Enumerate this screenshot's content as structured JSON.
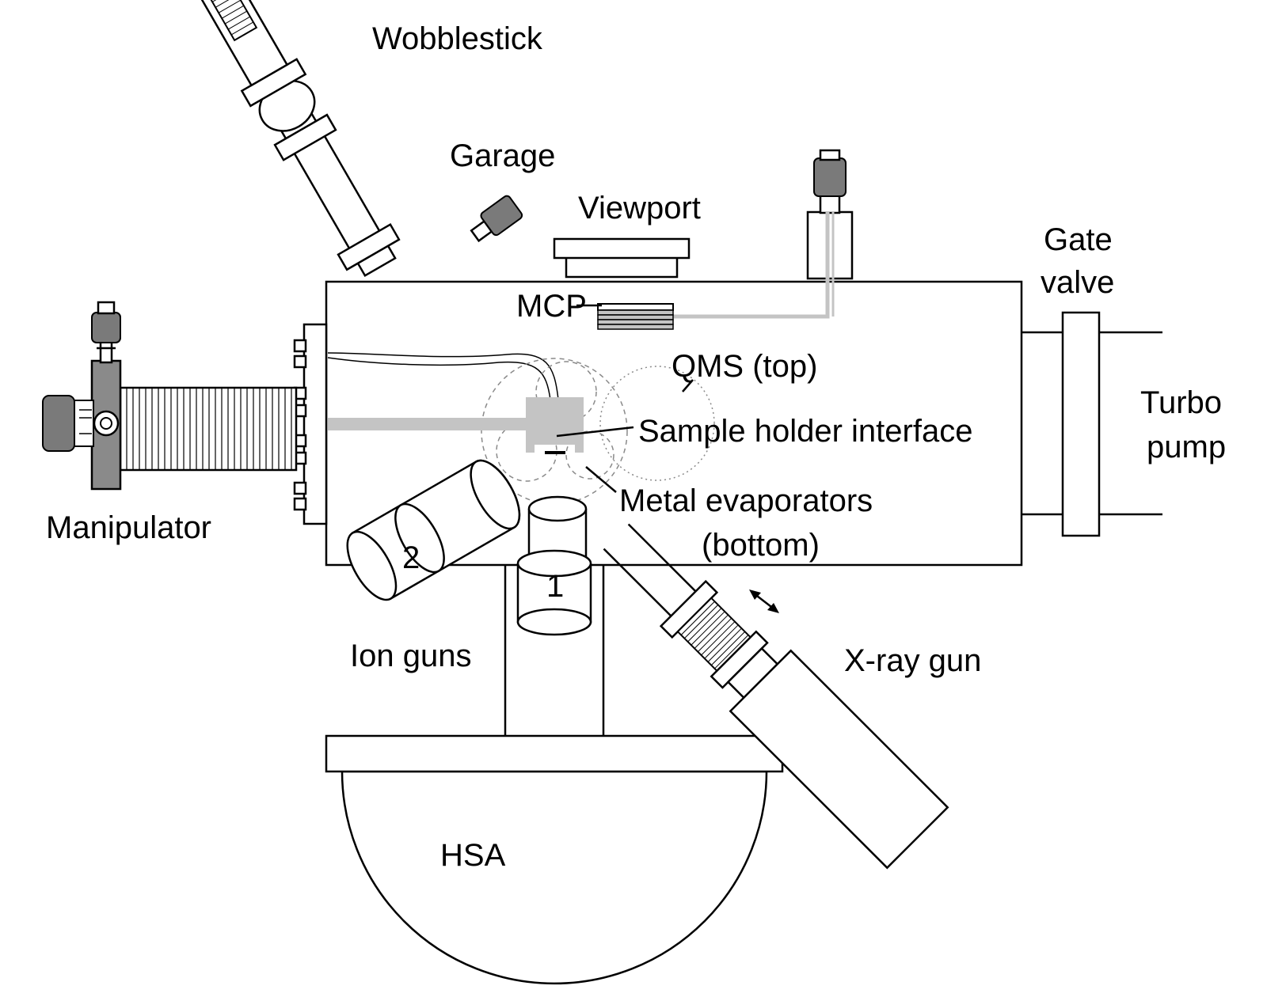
{
  "colors": {
    "stroke": "#000000",
    "fill": "#ffffff",
    "rod": "#c4c4c4",
    "guide": "#8a8a8a"
  },
  "labels": {
    "wobblestick": "Wobblestick",
    "garage": "Garage",
    "viewport": "Viewport",
    "gate_valve_line1": "Gate",
    "gate_valve_line2": "valve",
    "turbo_line1": "Turbo",
    "turbo_line2": "pump",
    "mcp": "MCP",
    "qms": "QMS (top)",
    "sample_holder": "Sample holder interface",
    "metal_evap_line1": "Metal evaporators",
    "metal_evap_line2": "(bottom)",
    "manipulator": "Manipulator",
    "ion_guns": "Ion guns",
    "xray_gun": "X-ray gun",
    "hsa": "HSA",
    "ion_gun_1": "1",
    "ion_gun_2": "2"
  }
}
